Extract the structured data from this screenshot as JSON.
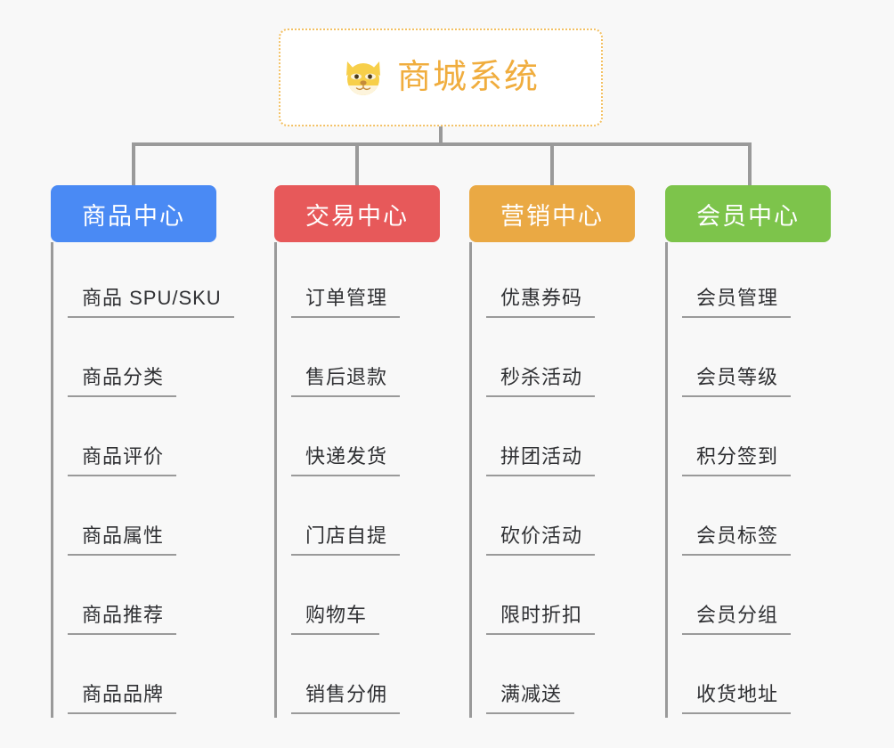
{
  "background_color": "#f8f8f8",
  "root": {
    "title": "商城系统",
    "icon": "shiba-dog-icon",
    "text_color": "#f0ad3e",
    "border_color": "#f3c164",
    "background_color": "#ffffff"
  },
  "connector_color": "#9a9a9a",
  "columns": [
    {
      "title": "商品中心",
      "color": "#4a8af4",
      "items": [
        "商品 SPU/SKU",
        "商品分类",
        "商品评价",
        "商品属性",
        "商品推荐",
        "商品品牌"
      ]
    },
    {
      "title": "交易中心",
      "color": "#e7595a",
      "items": [
        "订单管理",
        "售后退款",
        "快递发货",
        "门店自提",
        "购物车",
        "销售分佣"
      ]
    },
    {
      "title": "营销中心",
      "color": "#eaa944",
      "items": [
        "优惠券码",
        "秒杀活动",
        "拼团活动",
        "砍价活动",
        "限时折扣",
        "满减送"
      ]
    },
    {
      "title": "会员中心",
      "color": "#7dc44b",
      "items": [
        "会员管理",
        "会员等级",
        "积分签到",
        "会员标签",
        "会员分组",
        "收货地址"
      ]
    }
  ]
}
